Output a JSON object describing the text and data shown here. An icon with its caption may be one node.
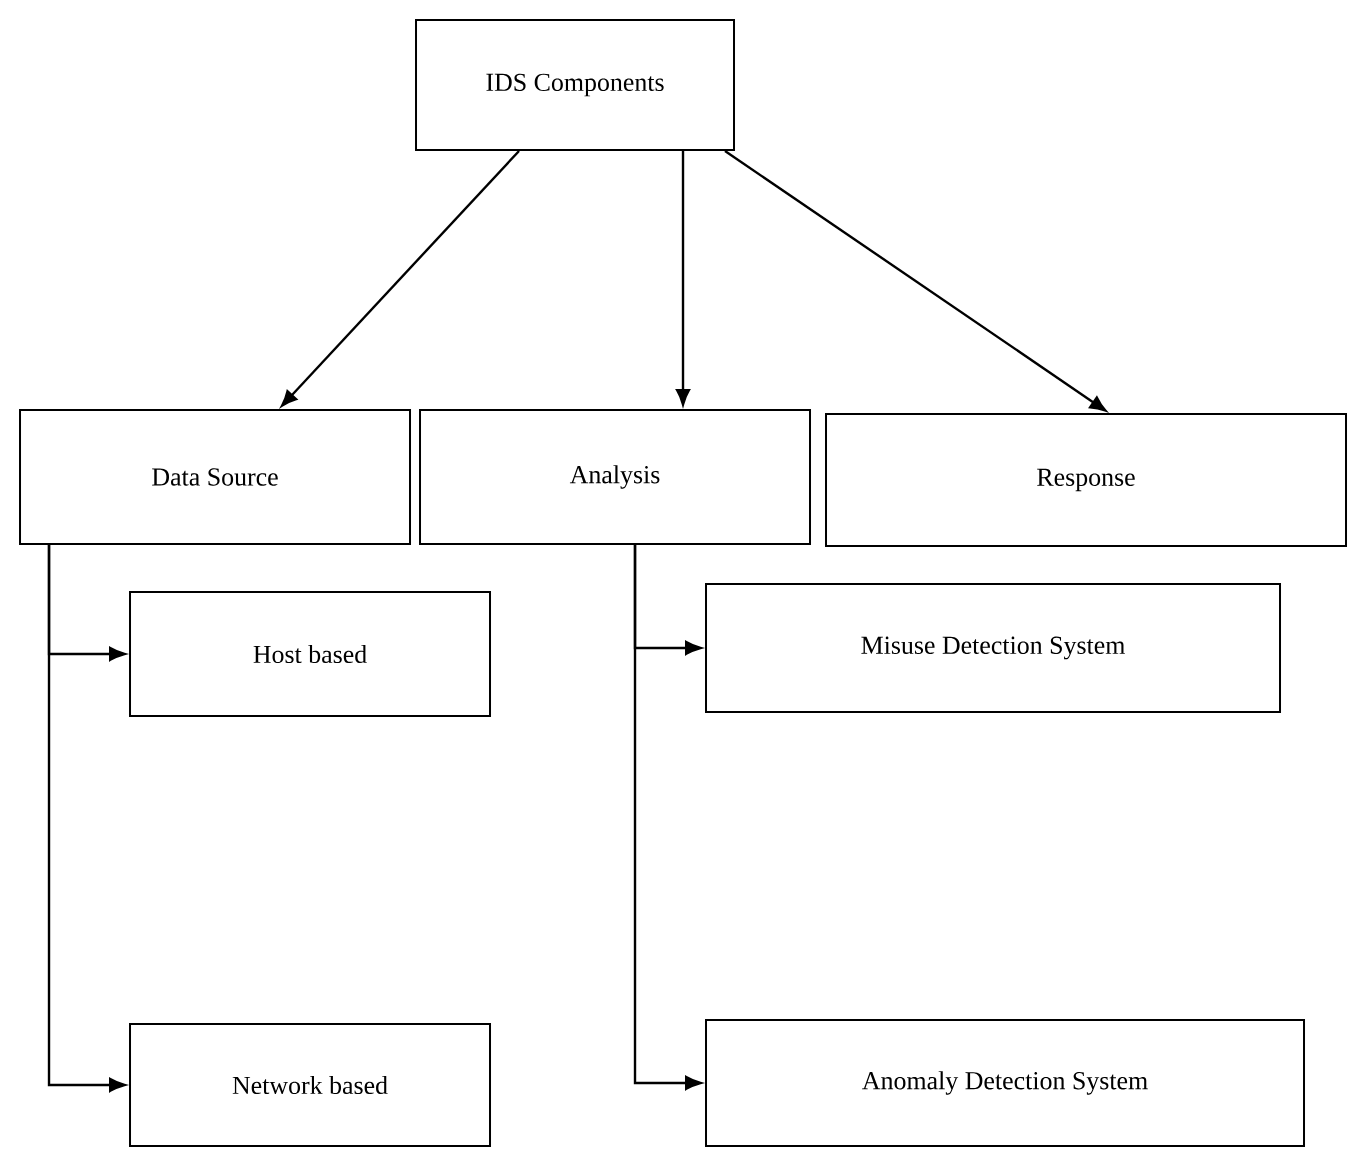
{
  "diagram": {
    "nodes": [
      {
        "text": [
          "IDS Components"
        ]
      },
      {
        "text": [
          "Data Source"
        ]
      },
      {
        "text": [
          "Analysis"
        ]
      },
      {
        "text": [
          "Response"
        ]
      },
      {
        "text": [
          "Host based"
        ]
      },
      {
        "text": [
          "Network based"
        ]
      },
      {
        "text": [
          "Misuse Detection System"
        ]
      },
      {
        "text": [
          "Anomaly Detection System"
        ]
      }
    ],
    "edges": [
      {
        "from": 0,
        "to": 1,
        "arrow": "to"
      },
      {
        "from": 0,
        "to": 2,
        "arrow": "to"
      },
      {
        "from": 0,
        "to": 3,
        "arrow": "to"
      },
      {
        "from": 1,
        "to": 4,
        "arrow": "to"
      },
      {
        "from": 1,
        "to": 5,
        "arrow": "to"
      },
      {
        "from": 2,
        "to": 6,
        "arrow": "to"
      },
      {
        "from": 2,
        "to": 7,
        "arrow": "to"
      }
    ]
  }
}
